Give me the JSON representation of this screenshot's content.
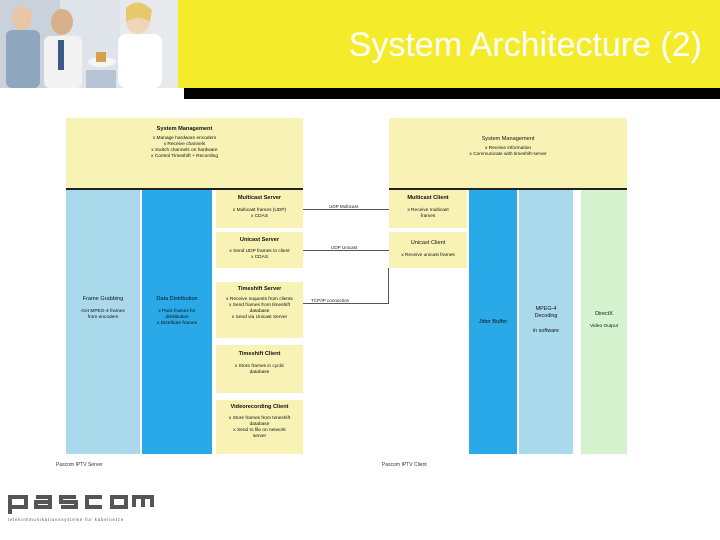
{
  "slide": {
    "title": "System Architecture (2)"
  },
  "server": {
    "management": {
      "title": "System Management",
      "body": "x Manage hardware encoders\nx Receive channels\nx Switch channels on hardware\nx Control Timeshift + Recording"
    },
    "frame_grabbing": {
      "title": "Frame Grabbing",
      "body": "Get MPEG-4 frames\nfrom encoders"
    },
    "data_distribution": {
      "title": "Data Distribution",
      "body": "x Pack frames for\ndistribution\nx Distribute frames"
    },
    "multicast_server": {
      "title": "Multicast Server",
      "body": "x Multicast frames (UDP)\nx CDAS"
    },
    "unicast_server": {
      "title": "Unicast Server",
      "body": "x Send UDP frames to client\nx CDAS"
    },
    "timeshift_server": {
      "title": "Timeshift Server",
      "body": "x Receive requests from clients\nx Send frames from timeshift\ndatabase\nx Send via Unicast Server"
    },
    "timeshift_client": {
      "title": "Timeshift Client",
      "body": "x Store frames in cyclic\ndatabase"
    },
    "videorecording_client": {
      "title": "Videorecording Client",
      "body": "x Store frames from timeshift\ndatabase\nx Send to file on network\nserver"
    },
    "caption": "Pascom IPTV Server"
  },
  "client": {
    "management": {
      "title": "System Management",
      "body": "x Receive information\nx Communicate with timeshift-server"
    },
    "multicast_client": {
      "title": "Multicast Client",
      "body": "x Receive multicast\nframes"
    },
    "unicast_client": {
      "title": "Unicast Client",
      "body": "x Receive unicast frames"
    },
    "jitter_buffer": {
      "title": "Jitter Buffer"
    },
    "decoding": {
      "title": "MPEG-4\nDecoding",
      "sub": "in software"
    },
    "directx": {
      "title": "DirectX",
      "sub": "Video Output"
    },
    "caption": "Pascom IPTV Client"
  },
  "links": {
    "multicast": "UDP Multicast",
    "unicast": "UDP Unicast",
    "control": "TCP/IP connection"
  },
  "logo": {
    "text": "pascom",
    "tagline": "telekommunikationssysteme für kabelnetze"
  },
  "colors": {
    "header_yellow": "#f4ec2b",
    "box_yellow": "#f8f2b4",
    "box_blue": "#2aa9e8",
    "box_light_blue": "#abd9ec",
    "box_green": "#d6f3cf"
  }
}
